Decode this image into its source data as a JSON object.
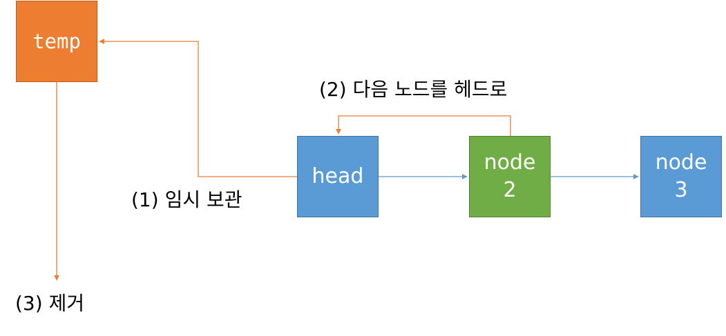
{
  "nodes": {
    "temp": {
      "label": "temp"
    },
    "head": {
      "label": "head"
    },
    "node2": {
      "line1": "node",
      "line2": "2"
    },
    "node3": {
      "line1": "node",
      "line2": "3"
    }
  },
  "steps": {
    "step1": "(1) 임시 보관",
    "step2": "(2) 다음 노드를 헤드로",
    "step3": "(3) 제거"
  },
  "colors": {
    "orange": "#ed7d31",
    "blue": "#5b9bd5",
    "green": "#70ad47"
  }
}
